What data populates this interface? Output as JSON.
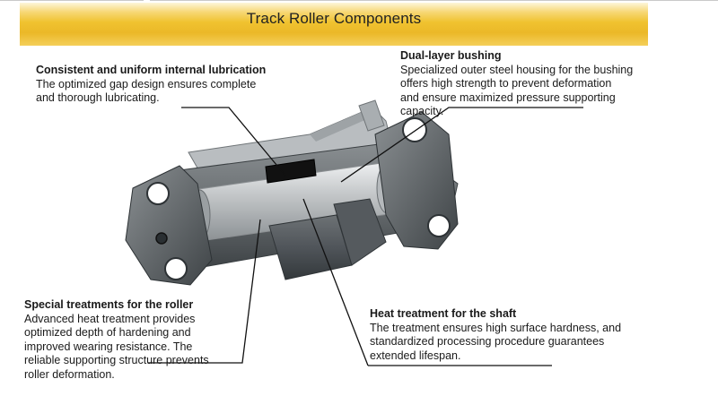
{
  "banner": {
    "title": "Track Roller Components",
    "color": "#f0c330"
  },
  "callouts": {
    "lubrication": {
      "heading": "Consistent and uniform internal lubrication",
      "body": "The optimized gap design ensures complete\nand thorough lubricating."
    },
    "bushing": {
      "heading": "Dual-layer bushing",
      "body": "Specialized outer steel housing for the bushing\noffers high strength to prevent deformation\nand ensure maximized pressure supporting\ncapacity."
    },
    "roller": {
      "heading": "Special treatments for the roller",
      "body": "Advanced heat treatment provides\noptimized depth of hardening and\nimproved wearing resistance. The\nreliable supporting structure prevents\nroller deformation."
    },
    "shaft": {
      "heading": "Heat treatment for the shaft",
      "body": "The treatment ensures high surface hardness, and\nstandardized processing procedure guarantees\nextended lifespan."
    }
  },
  "colors": {
    "metal_dark": "#4a4f52",
    "metal_mid": "#7a8083",
    "shaft": "#c9ccce"
  }
}
